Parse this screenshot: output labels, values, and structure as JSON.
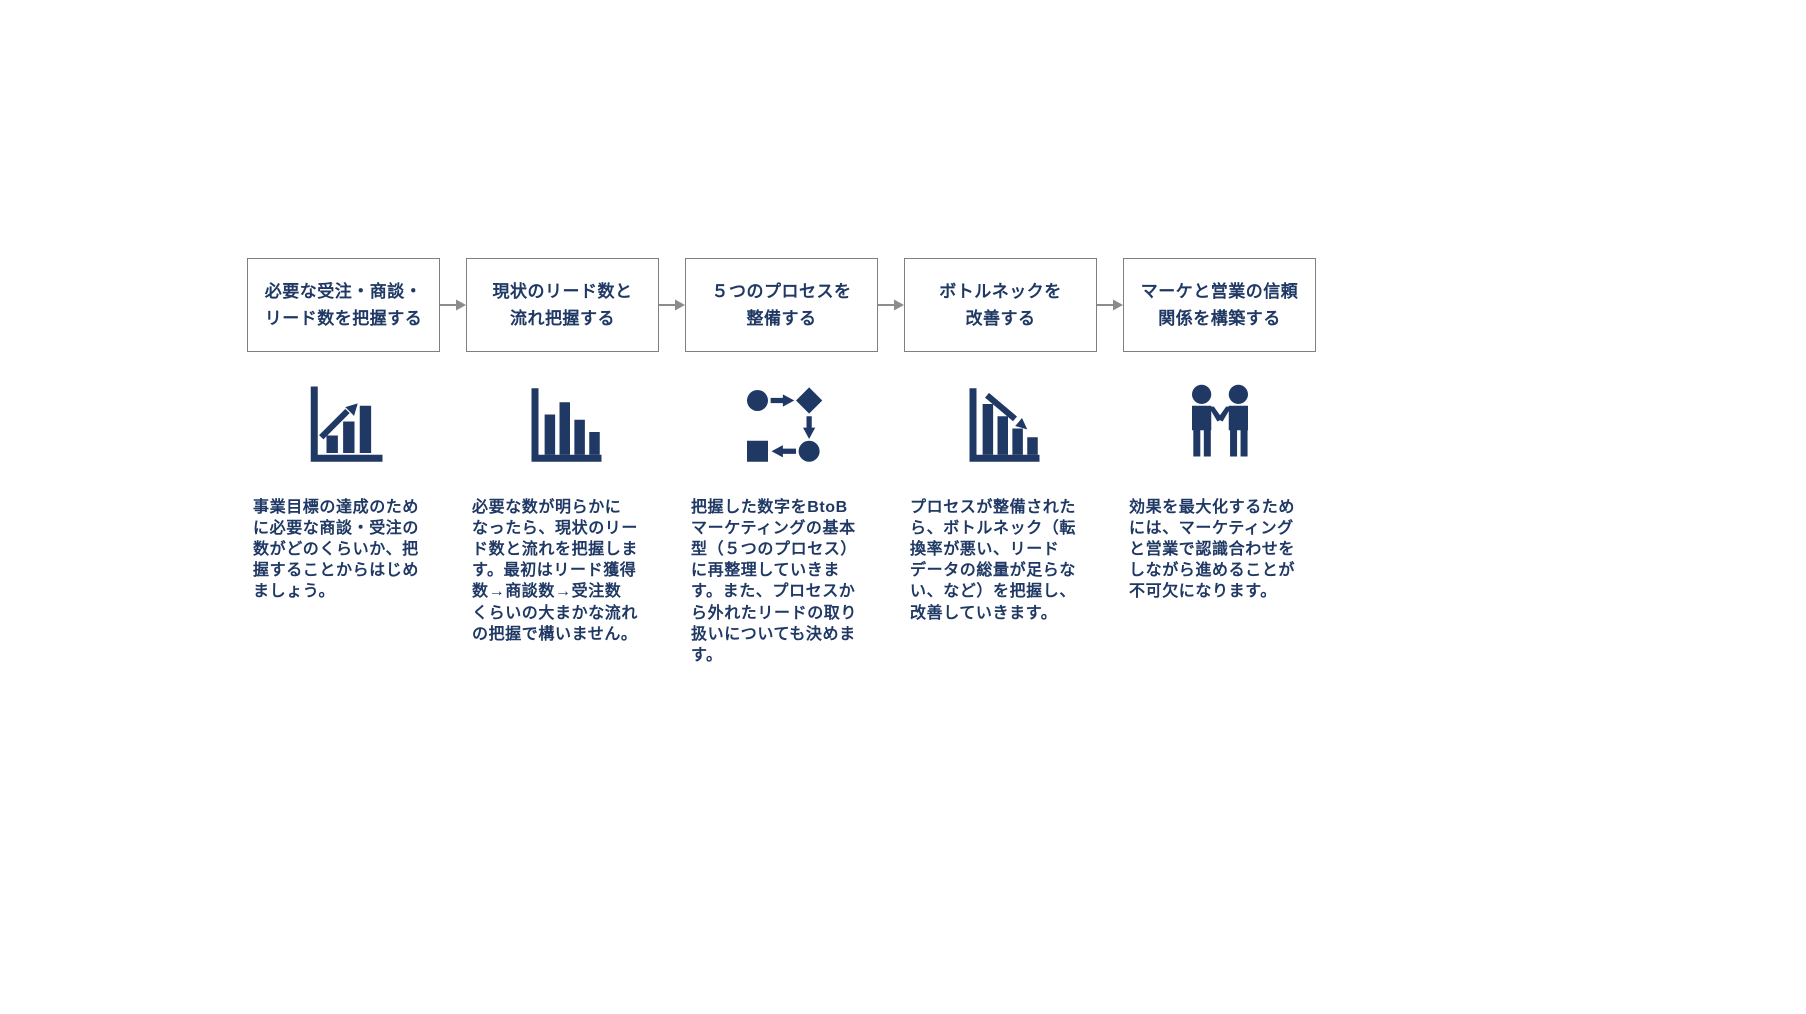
{
  "colors": {
    "navy": "#1f3864",
    "box_border": "#7f7f7f",
    "arrow_gray": "#8c8c8c",
    "background": "#ffffff"
  },
  "flow_arrow_icon": "arrow-right-icon",
  "steps": [
    {
      "title": "必要な受注・商談・\nリード数を把握する",
      "icon": "bar-chart-rising-arrow-icon",
      "description": "事業目標の達成のため\nに必要な商談・受注の\n数がどのくらいか、把\n握することからはじめ\nましょう。"
    },
    {
      "title": "現状のリード数と\n流れ把握する",
      "icon": "bar-chart-icon",
      "description": "必要な数が明らかに\nなったら、現状のリー\nド数と流れを把握しま\nす。最初はリード獲得\n数→商談数→受注数\nくらいの大まかな流れ\nの把握で構いません。"
    },
    {
      "title": "５つのプロセスを\n整備する",
      "icon": "flowchart-process-icon",
      "description": "把握した数字をBtoB\nマーケティングの基本\n型（５つのプロセス）\nに再整理していきま\nす。また、プロセスか\nら外れたリードの取り\n扱いについても決めま\nす。"
    },
    {
      "title": "ボトルネックを\n改善する",
      "icon": "bar-chart-declining-arrow-icon",
      "description": "プロセスが整備された\nら、ボトルネック（転\n換率が悪い、リード\nデータの総量が足らな\nい、など）を把握し、\n改善していきます。"
    },
    {
      "title": "マーケと営業の信頼\n関係を構築する",
      "icon": "people-partnership-icon",
      "description": "効果を最大化するため\nには、マーケティング\nと営業で認識合わせを\nしながら進めることが\n不可欠になります。"
    }
  ]
}
